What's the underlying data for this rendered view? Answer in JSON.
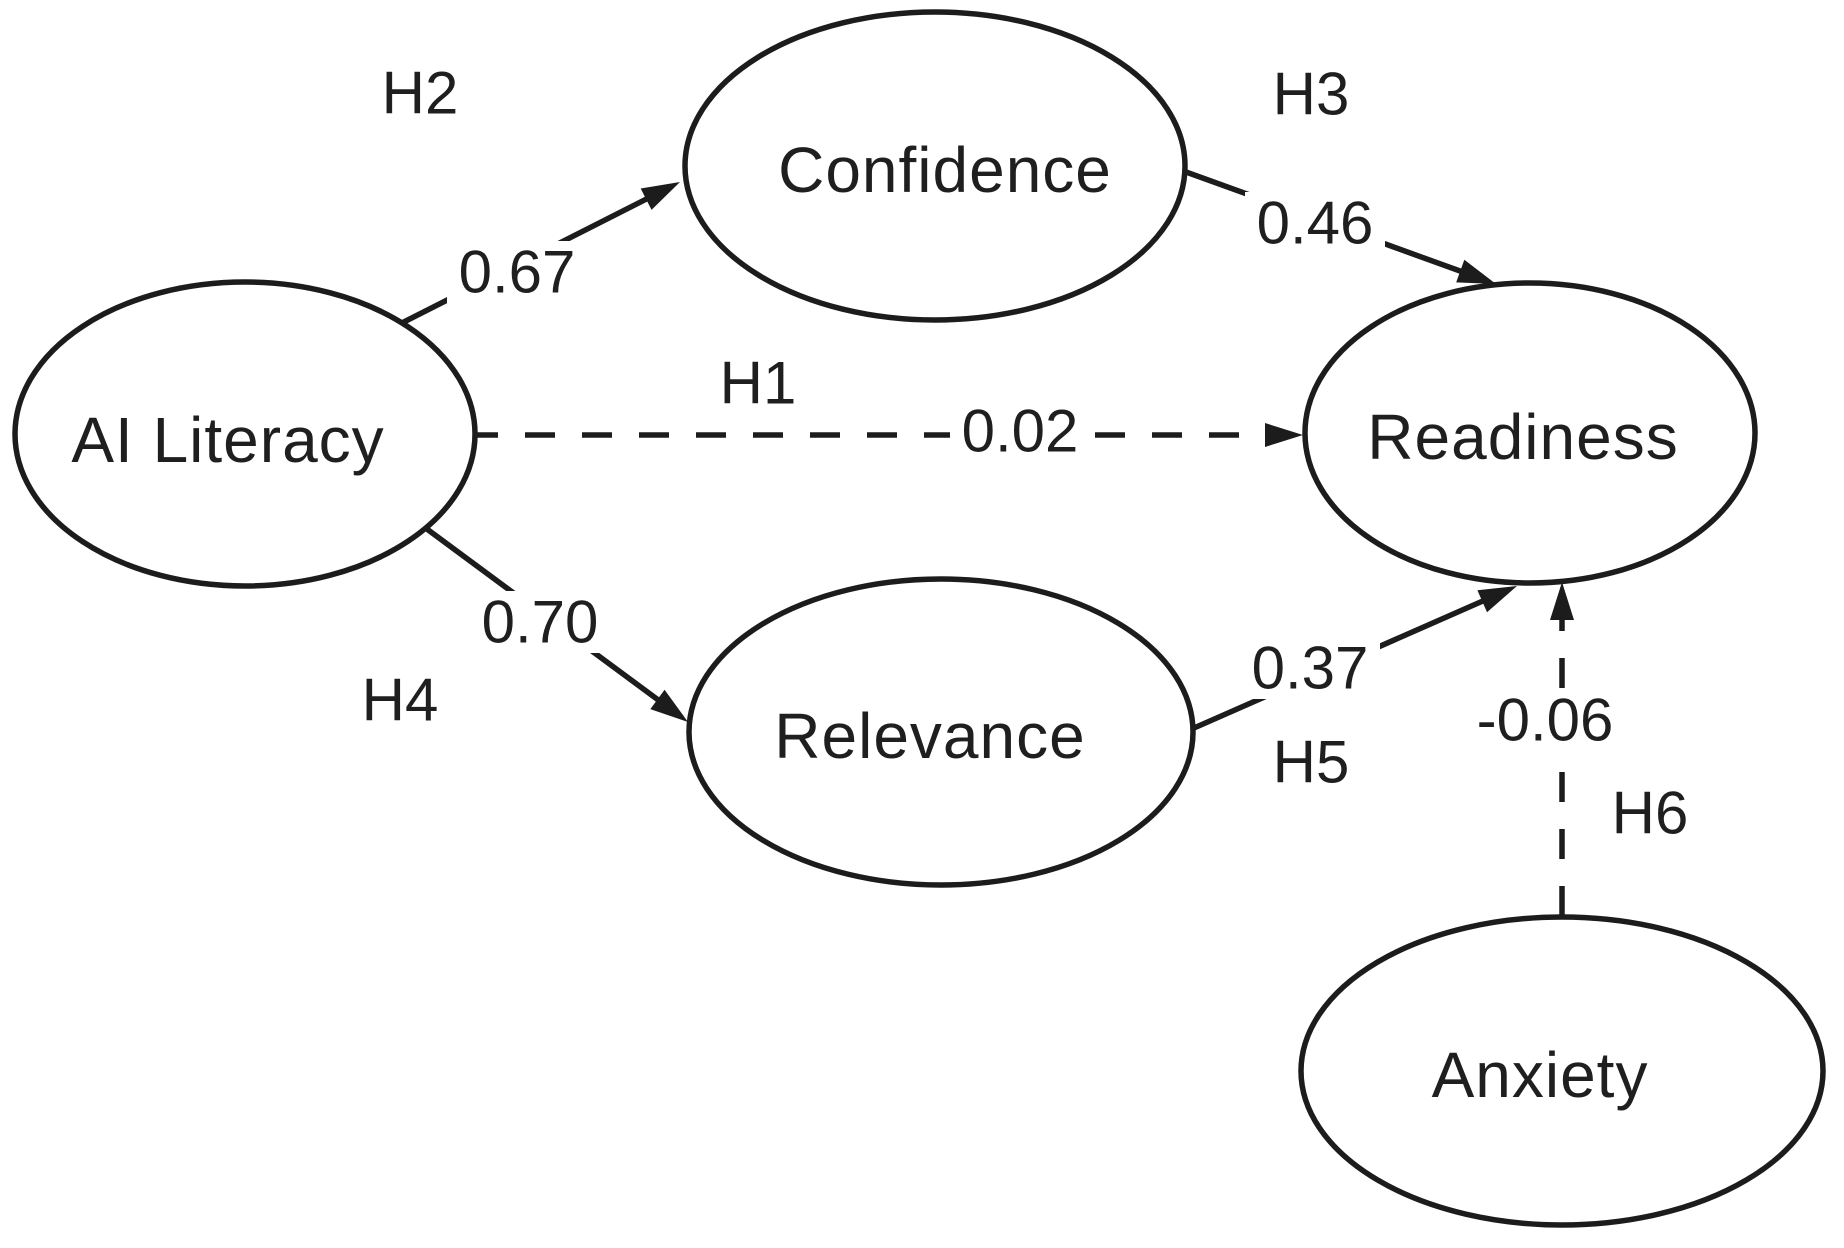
{
  "diagram": {
    "background_color": "#ffffff",
    "ink_color": "#1c1c1c",
    "nodes": {
      "ai_literacy": {
        "label": "AI Literacy"
      },
      "confidence": {
        "label": "Confidence"
      },
      "relevance": {
        "label": "Relevance"
      },
      "readiness": {
        "label": "Readiness"
      },
      "anxiety": {
        "label": "Anxiety"
      }
    },
    "paths": {
      "h1": {
        "hypothesis": "H1",
        "coefficient": "0.02",
        "from": "AI Literacy",
        "to": "Readiness",
        "line_style": "dashed"
      },
      "h2": {
        "hypothesis": "H2",
        "coefficient": "0.67",
        "from": "AI Literacy",
        "to": "Confidence",
        "line_style": "solid"
      },
      "h3": {
        "hypothesis": "H3",
        "coefficient": "0.46",
        "from": "Confidence",
        "to": "Readiness",
        "line_style": "solid"
      },
      "h4": {
        "hypothesis": "H4",
        "coefficient": "0.70",
        "from": "AI Literacy",
        "to": "Relevance",
        "line_style": "solid"
      },
      "h5": {
        "hypothesis": "H5",
        "coefficient": "0.37",
        "from": "Relevance",
        "to": "Readiness",
        "line_style": "solid"
      },
      "h6": {
        "hypothesis": "H6",
        "coefficient": "-0.06",
        "from": "Anxiety",
        "to": "Readiness",
        "line_style": "dashed"
      }
    }
  }
}
